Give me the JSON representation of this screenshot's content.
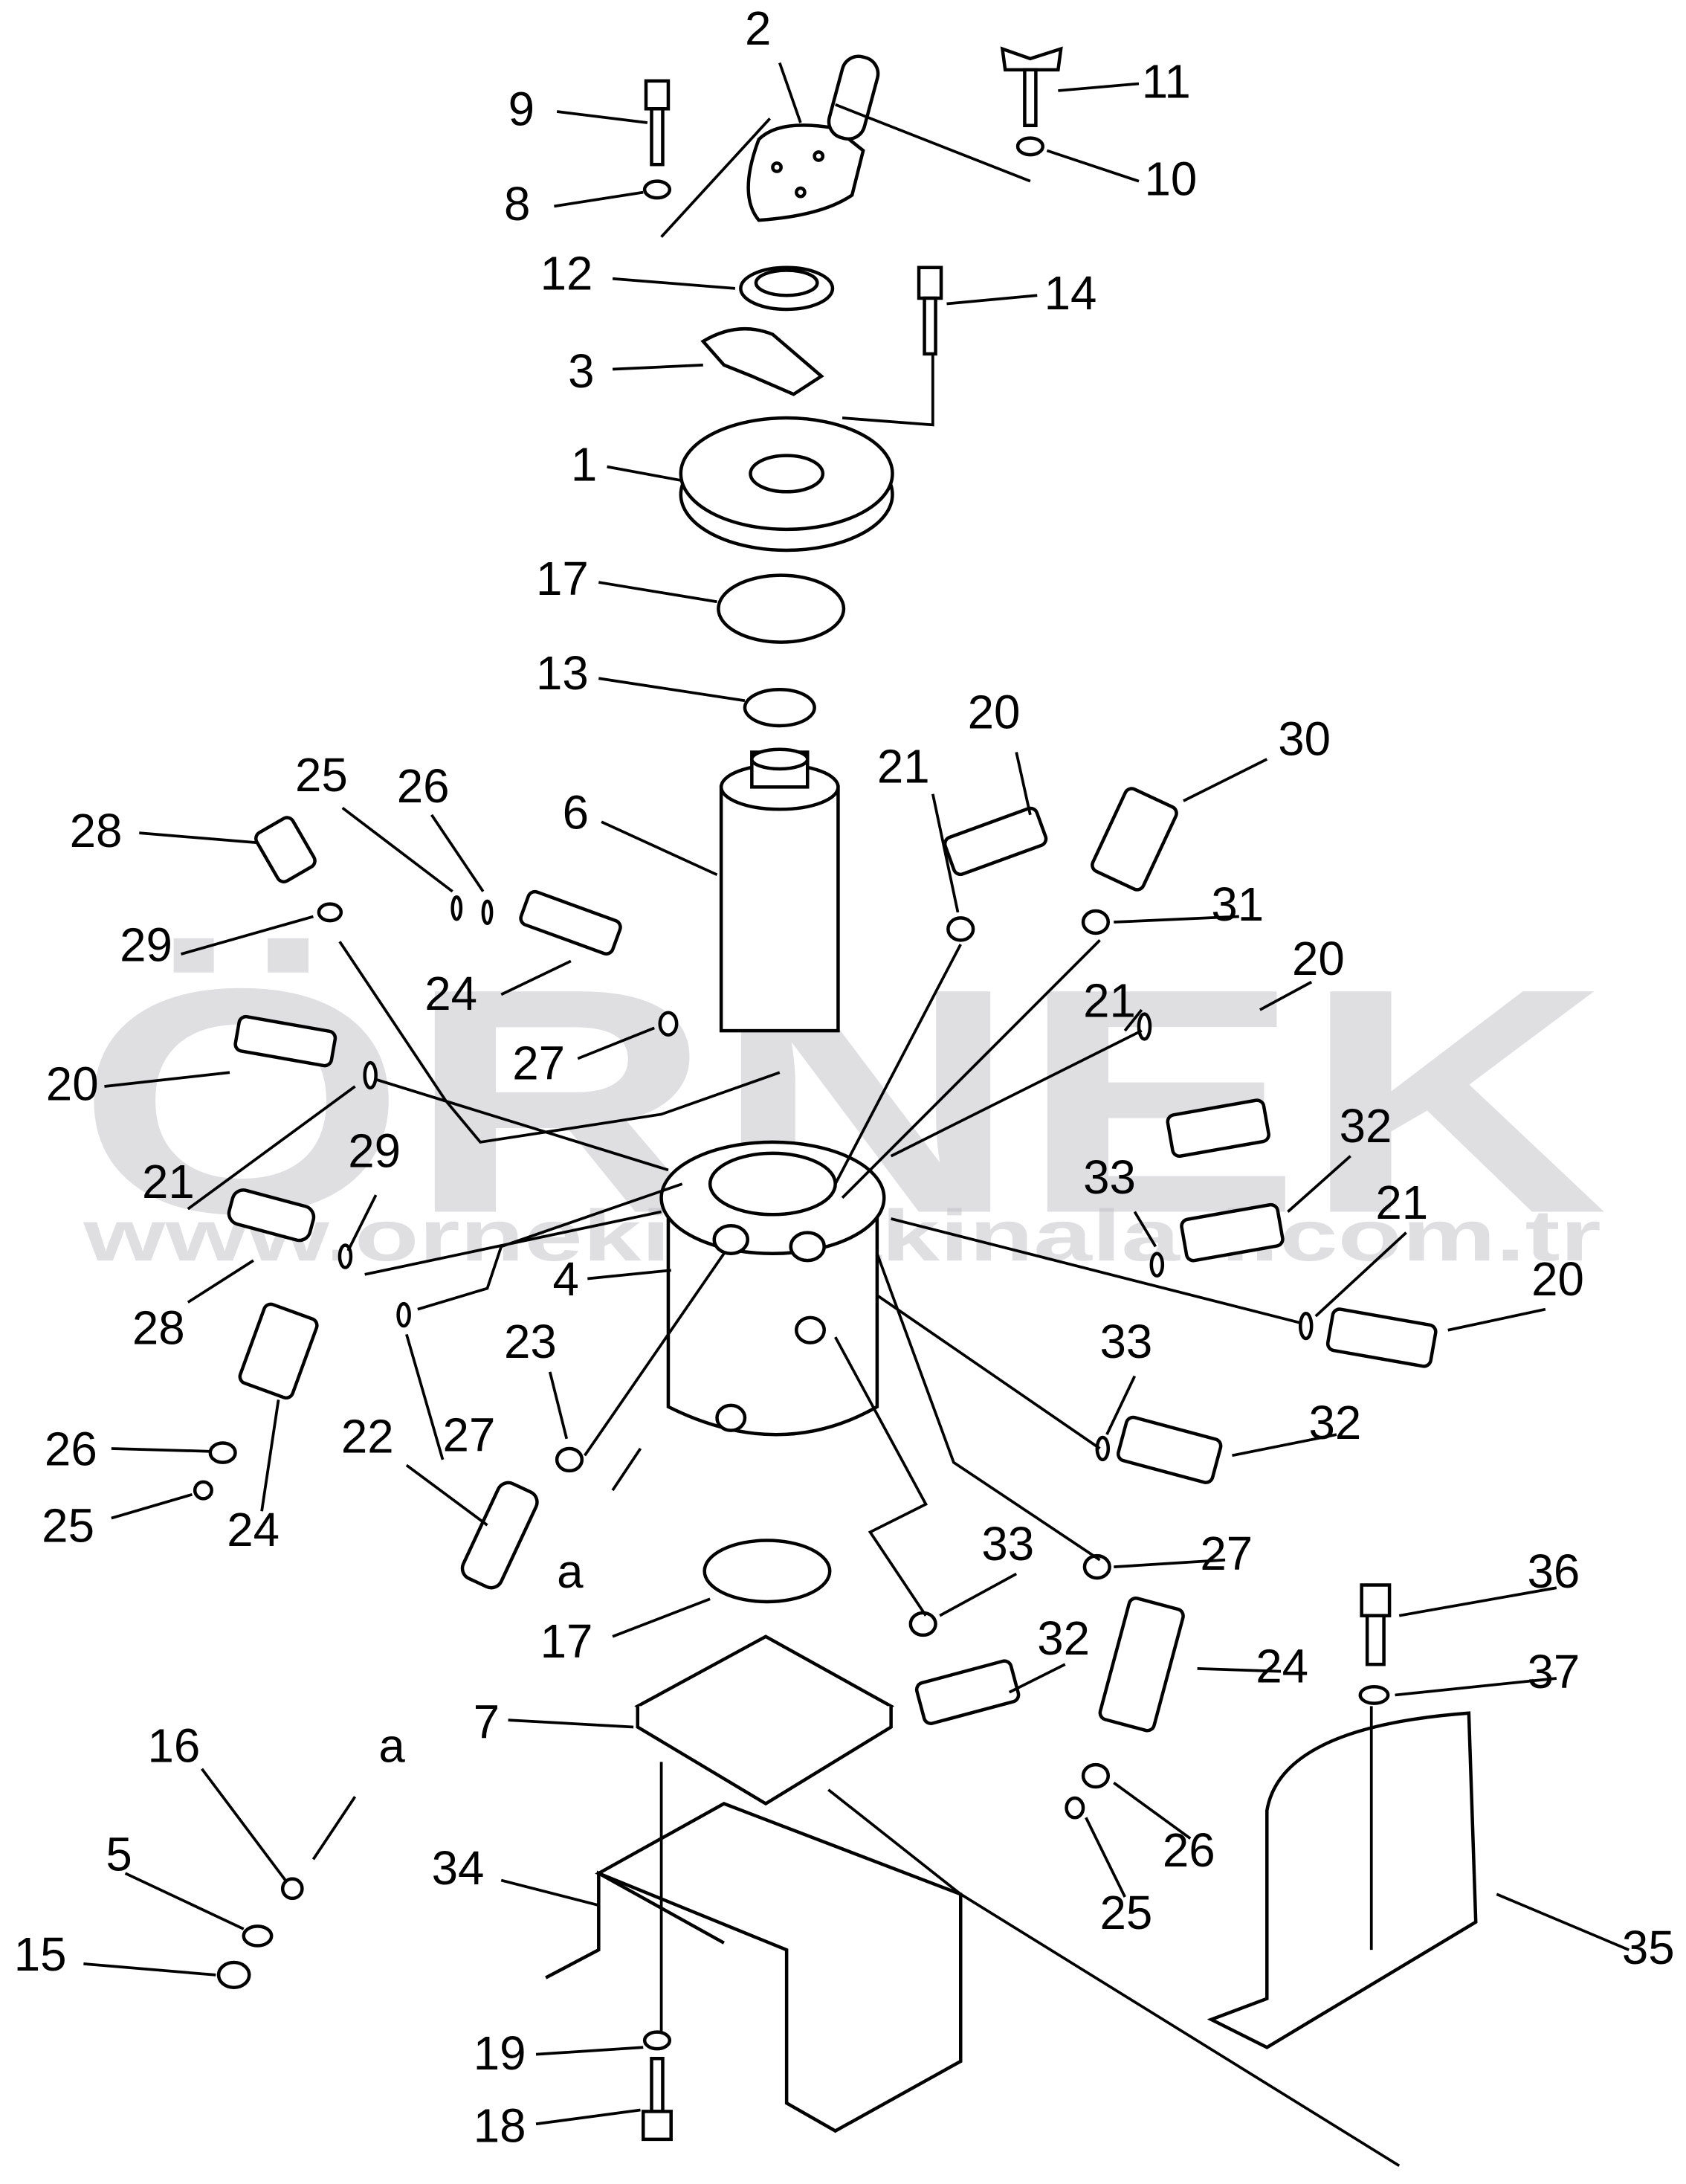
{
  "watermark": {
    "brand": "ÖRNEK",
    "url": "www.ornekismakinalari.com.tr"
  },
  "callouts": [
    "2",
    "9",
    "11",
    "8",
    "10",
    "12",
    "14",
    "3",
    "1",
    "17",
    "13",
    "20",
    "30",
    "6",
    "21",
    "25",
    "26",
    "28",
    "31",
    "29",
    "24",
    "20",
    "21",
    "27",
    "20",
    "32",
    "29",
    "21",
    "33",
    "21",
    "28",
    "4",
    "20",
    "23",
    "33",
    "27",
    "22",
    "32",
    "26",
    "25",
    "24",
    "a",
    "33",
    "27",
    "36",
    "17",
    "32",
    "24",
    "37",
    "16",
    "7",
    "a",
    "5",
    "34",
    "26",
    "25",
    "15",
    "35",
    "19",
    "18"
  ],
  "colors": {
    "line": "#000000",
    "watermark": "#b9b9c0"
  }
}
